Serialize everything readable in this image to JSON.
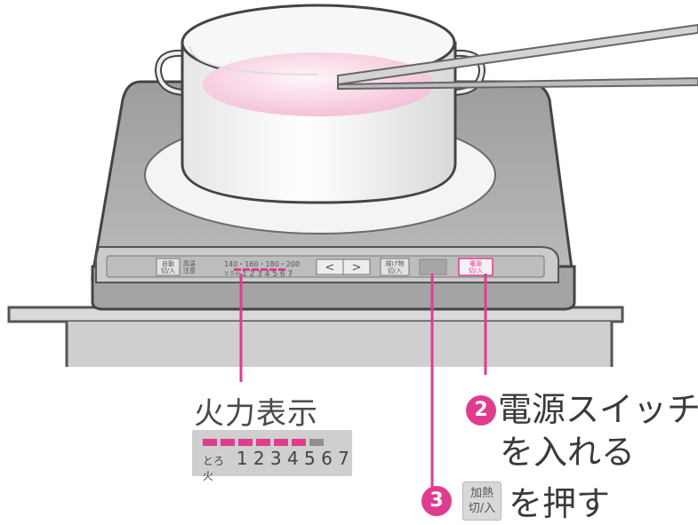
{
  "heat_display": {
    "title": "火力表示",
    "low_label": "とろ火",
    "levels": [
      "1",
      "2",
      "3",
      "4",
      "5",
      "6",
      "7"
    ],
    "lit_levels": 6
  },
  "panel": {
    "auto_label_top": "自動",
    "auto_label_bottom": "切/入",
    "hot_top": "高温",
    "hot_bottom": "注意",
    "temps": "140・160・180・200",
    "low_label": "とろ火",
    "levels": "1 2 3 4 5 6 7",
    "left_arrow": "<",
    "right_arrow": ">",
    "fry_top": "揚げ物",
    "fry_bottom": "切/入",
    "power_top": "電源",
    "power_bottom": "切/入"
  },
  "step2": {
    "number": "2",
    "line1": "電源スイッチ",
    "line2": "を入れる"
  },
  "step3": {
    "number": "3",
    "key_top": "加熱",
    "key_bottom": "切/入",
    "text": "を押す"
  },
  "colors": {
    "accent": "#e03c8f",
    "panel_gray": "#b5b5b5",
    "body_gray": "#a9a9a9",
    "liquid_pink": "#f6c7dc"
  }
}
